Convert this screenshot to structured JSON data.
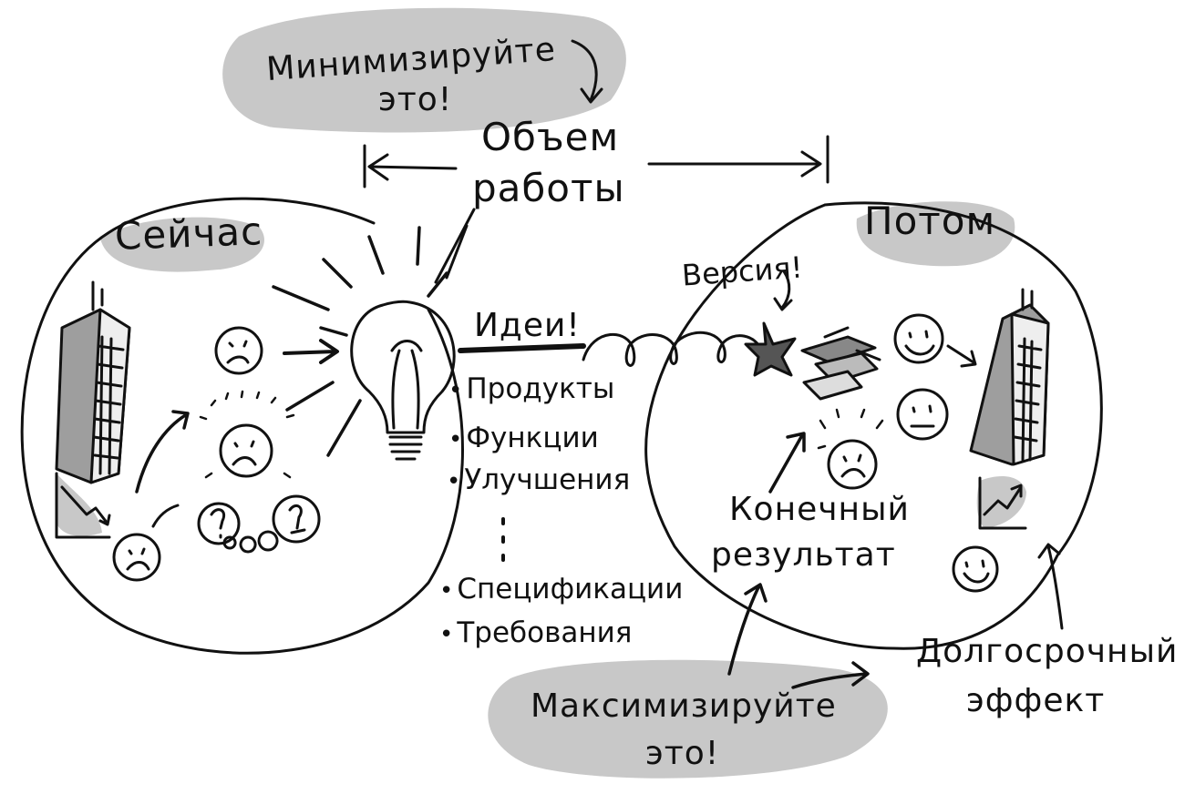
{
  "labels": {
    "minimize": "Минимизируйте\nэто!",
    "scope_line1": "Объем",
    "scope_line2": "работы",
    "now": "Сейчас",
    "later": "Потом",
    "ideas": "Идеи!",
    "version": "Версия!",
    "outcome_line1": "Конечный",
    "outcome_line2": "результат",
    "impact_line1": "Долгосрочный",
    "impact_line2": "эффект",
    "maximize_line1": "Максимизируйте",
    "maximize_line2": "это!"
  },
  "idea_types": [
    "Продукты",
    "Функции",
    "Улучшения",
    "Спецификации",
    "Требования"
  ],
  "colors": {
    "ink": "#111111",
    "shadow": "#c8c8c8",
    "shadow_dark": "#9e9e9e"
  }
}
